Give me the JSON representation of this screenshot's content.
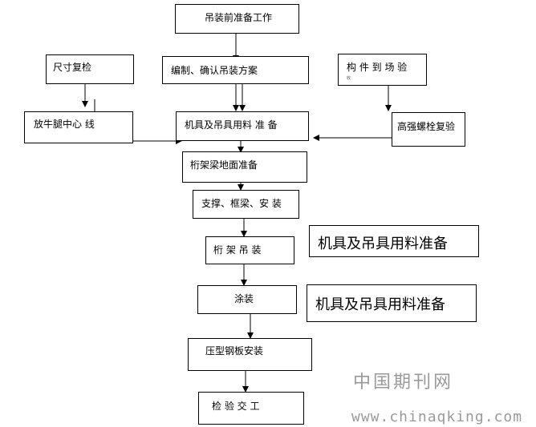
{
  "flow": {
    "prep": "吊装前准备工作",
    "size_check": "尺寸复检",
    "plan": "编制、确认吊装方案",
    "arrival": "构 件 到 场 验",
    "arrival_sub": "收",
    "centerline": "放牛腿中心 线",
    "tools": "机具及吊具用料 准 备",
    "bolt_check": "高强螺栓复验",
    "ground": "桁架梁地面准备",
    "support": "支撑、框梁、安 装",
    "lift": "桁 架 吊 装",
    "paint": "涂装",
    "deck": "压型钢板安装",
    "handover": "检 验 交 工"
  },
  "notes": {
    "note1": "机具及吊具用料准备",
    "note2": "机具及吊具用料准备"
  },
  "watermark": {
    "cn": "中国期刊网",
    "url": "www.chinaqking.com"
  }
}
